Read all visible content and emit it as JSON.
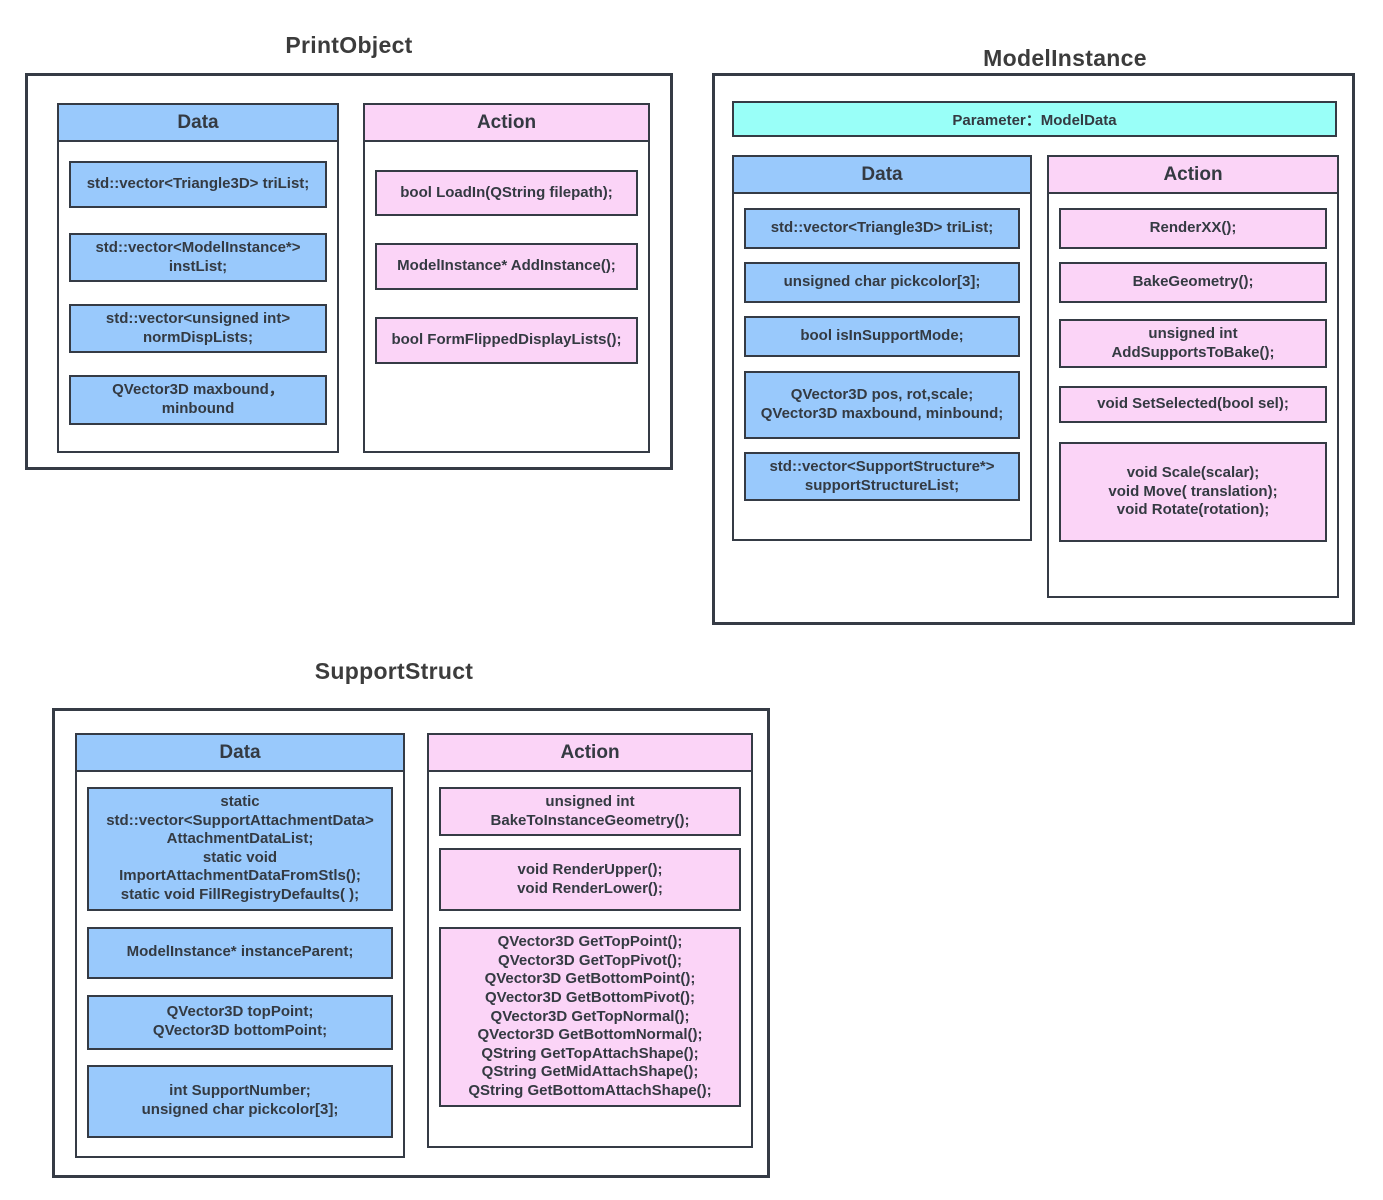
{
  "colors": {
    "data_fill": "#99c9fc",
    "action_fill": "#fbd4f7",
    "parameter_fill": "#99fff8",
    "border": "#353b45",
    "text": "#343a42",
    "title_text": "#3c3c3c"
  },
  "classes": [
    {
      "title": "PrintObject",
      "data": {
        "header": "Data",
        "items": [
          "std::vector<Triangle3D> triList;",
          "std::vector<ModelInstance*>\ninstList;",
          "std::vector<unsigned int>\nnormDispLists;",
          "QVector3D maxbound，minbound"
        ]
      },
      "action": {
        "header": "Action",
        "items": [
          "bool LoadIn(QString filepath);",
          "ModelInstance* AddInstance();",
          "bool FormFlippedDisplayLists();"
        ]
      }
    },
    {
      "title": "ModelInstance",
      "parameter": "Parameter：ModelData",
      "data": {
        "header": "Data",
        "items": [
          "std::vector<Triangle3D> triList;",
          "unsigned char pickcolor[3];",
          "bool isInSupportMode;",
          "QVector3D pos, rot,scale;\nQVector3D maxbound, minbound;",
          "std::vector<SupportStructure*>\nsupportStructureList;"
        ]
      },
      "action": {
        "header": "Action",
        "items": [
          "RenderXX();",
          "BakeGeometry();",
          "unsigned int AddSupportsToBake();",
          "void SetSelected(bool sel);",
          "void Scale(scalar);\nvoid Move( translation);\nvoid Rotate(rotation);"
        ]
      }
    },
    {
      "title": "SupportStruct",
      "data": {
        "header": "Data",
        "items": [
          "static\nstd::vector<SupportAttachmentData>\nAttachmentDataList;\nstatic void\nImportAttachmentDataFromStls();\nstatic void FillRegistryDefaults( );",
          "ModelInstance* instanceParent;",
          "QVector3D topPoint;\nQVector3D bottomPoint;",
          "int SupportNumber;\nunsigned char pickcolor[3];"
        ]
      },
      "action": {
        "header": "Action",
        "items": [
          "unsigned int BakeToInstanceGeometry();",
          "void RenderUpper();\nvoid RenderLower();",
          "QVector3D GetTopPoint();\nQVector3D GetTopPivot();\nQVector3D GetBottomPoint();\nQVector3D GetBottomPivot();\nQVector3D GetTopNormal();\nQVector3D GetBottomNormal();\nQString GetTopAttachShape();\nQString GetMidAttachShape();\nQString GetBottomAttachShape();"
        ]
      }
    }
  ]
}
